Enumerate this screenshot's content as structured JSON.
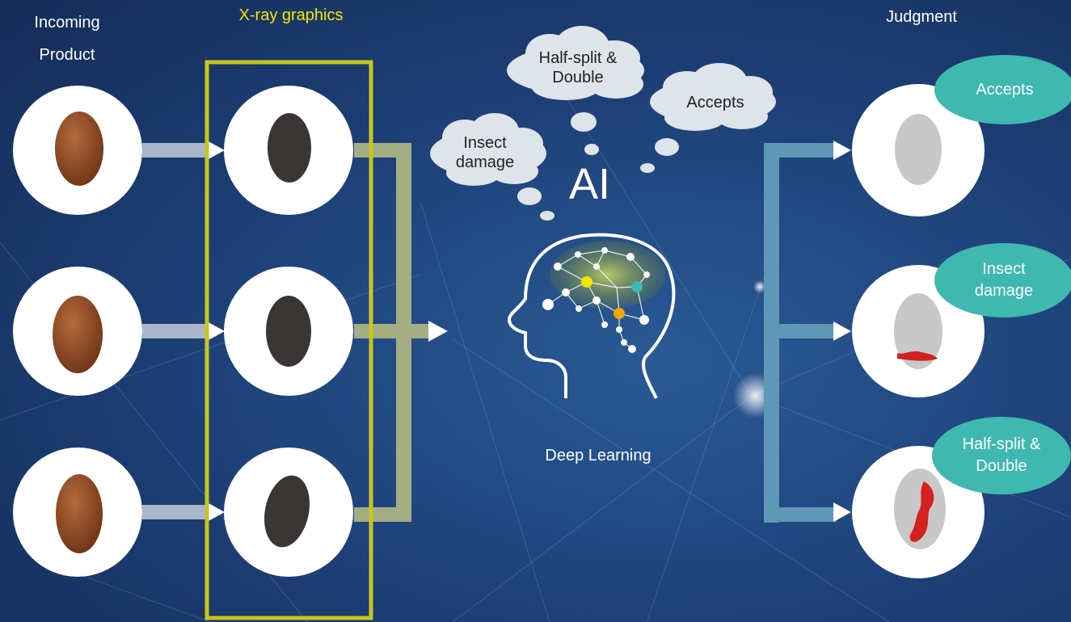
{
  "columns": {
    "incoming_product": "Incoming\nProduct",
    "xray_graphics": "X-ray graphics",
    "judgment": "Judgment"
  },
  "ai": {
    "label": "AI",
    "caption": "Deep Learning",
    "thoughts": [
      "Half-split &\nDouble",
      "Accepts",
      "Insect\ndamage"
    ]
  },
  "results": [
    "Accepts",
    "Insect\ndamage",
    "Half-split &\nDouble"
  ],
  "colors": {
    "background": "#1b3a6e",
    "xray_frame": "#c9c61c",
    "result_badge": "#3fb8b0",
    "defect_red": "#d42020"
  }
}
